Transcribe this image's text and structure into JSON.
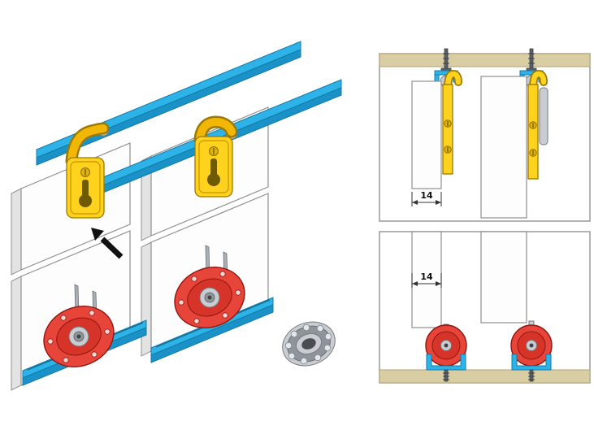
{
  "figure": {
    "description": "Exploded isometric view and cross-section detail views of a sliding door top-hanger and bottom-roller hardware system",
    "dimensions": {
      "top_detail": "14",
      "bottom_detail": "14"
    },
    "colors": {
      "track_blue": "#2eb3e8",
      "track_blue_dark": "#1b92c7",
      "hanger_yellow": "#ffd21e",
      "hanger_yellow_dark": "#f2b705",
      "roller_red": "#e8453a",
      "panel_white": "#fdfdfd",
      "wood_tan": "#d9cda4",
      "metal_gray": "#c9cdd1"
    },
    "parts": [
      "top track rail",
      "door panel",
      "top hanger bracket",
      "hanger roller wheel",
      "bottom guide roller",
      "bottom track rail",
      "ball bearing"
    ]
  }
}
